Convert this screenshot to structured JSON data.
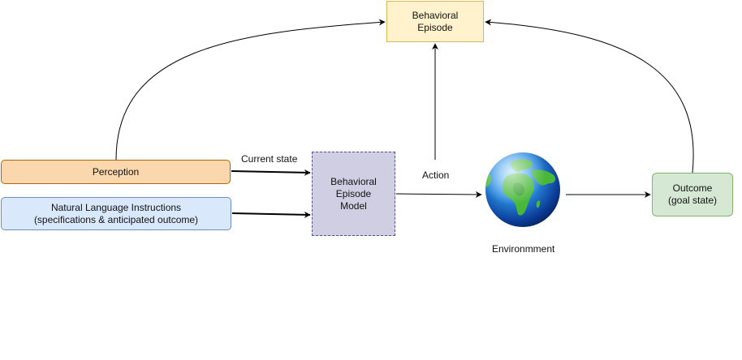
{
  "nodes": {
    "behavioral_episode": {
      "line1": "Behavioral",
      "line2": "Episode"
    },
    "perception": {
      "label": "Perception"
    },
    "instructions": {
      "line1": "Natural Language Instructions",
      "line2": "(specifications & anticipated outcome)"
    },
    "model": {
      "line1": "Behavioral",
      "line2": "Episode",
      "line3": "Model"
    },
    "outcome": {
      "line1": "Outcome",
      "line2": "(goal state)"
    },
    "environment": {
      "label": "Environmment",
      "icon": "globe-icon"
    }
  },
  "edge_labels": {
    "current_state": "Current state",
    "action": "Action"
  },
  "colors": {
    "episode_fill": "#fff2cc",
    "episode_stroke": "#d6b656",
    "perception_fill": "#fad7ac",
    "perception_stroke": "#b46504",
    "instructions_fill": "#dae8fc",
    "instructions_stroke": "#6c8ebf",
    "model_fill": "#d0cee2",
    "model_stroke": "#56517e",
    "outcome_fill": "#d5e8d4",
    "outcome_stroke": "#82b366"
  }
}
